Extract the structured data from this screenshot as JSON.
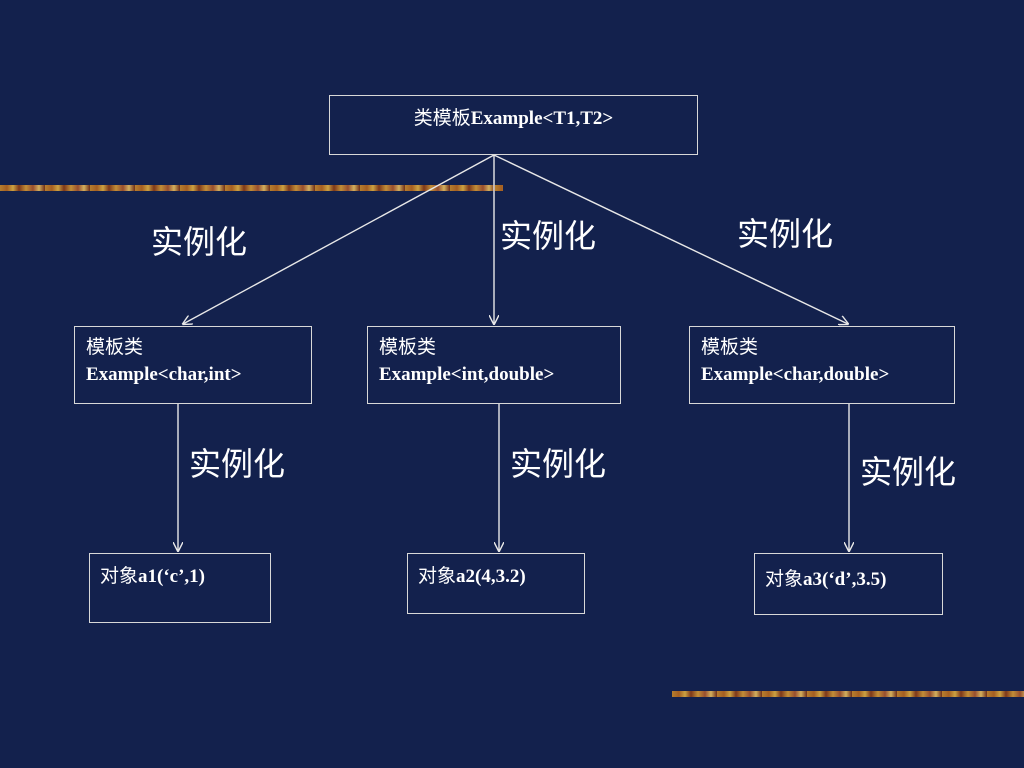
{
  "diagram": {
    "root": {
      "prefix": "类模板",
      "text": "Example<T1,T2>"
    },
    "edge_label": "实例化",
    "classes": [
      {
        "prefix": "模板类",
        "text": "Example<char,int>"
      },
      {
        "prefix": "模板类",
        "text": "Example<int,double>"
      },
      {
        "prefix": "模板类",
        "text": "Example<char,double>"
      }
    ],
    "objects": [
      {
        "prefix": "对象",
        "text": "a1(‘c’,1)"
      },
      {
        "prefix": "对象",
        "text": "a2(4,3.2)"
      },
      {
        "prefix": "对象",
        "text": "a3(‘d’,3.5)"
      }
    ]
  },
  "colors": {
    "background": "#13214d",
    "text": "#ffffff",
    "lines": "#e8e8e8"
  }
}
